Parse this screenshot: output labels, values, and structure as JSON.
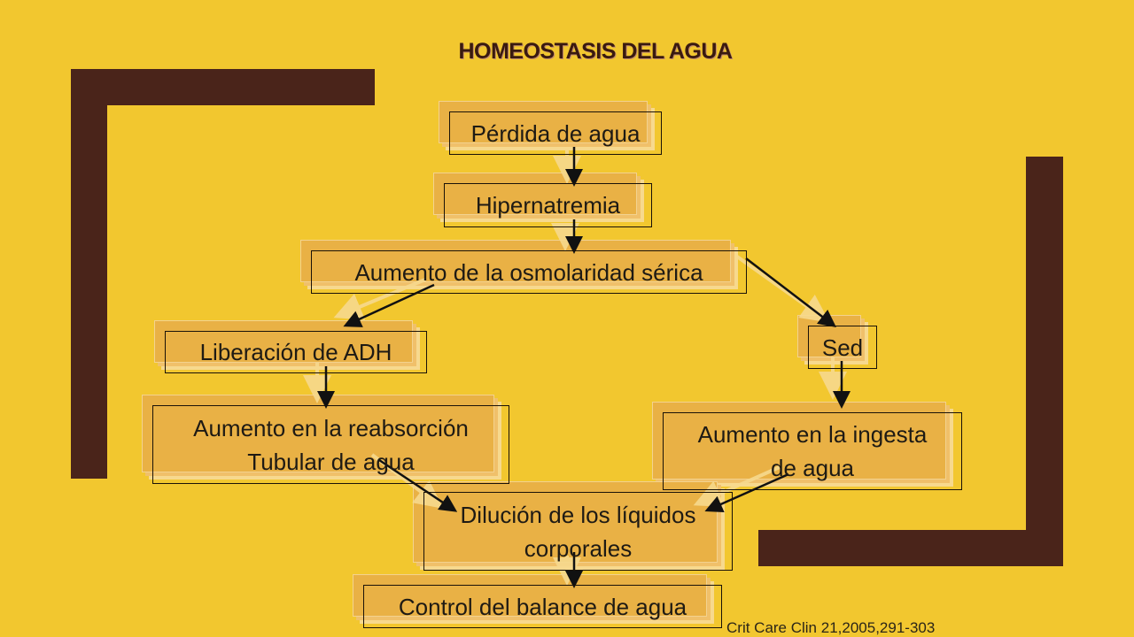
{
  "title": "HOMEOSTASIS DEL AGUA",
  "nodes": {
    "perdida": "Pérdida de agua",
    "hipernatremia": "Hipernatremia",
    "osmolaridad": "Aumento de la osmolaridad sérica",
    "adh": "Liberación de ADH",
    "sed": "Sed",
    "reabsorcion": "Aumento en la reabsorción\nTubular de agua",
    "ingesta": "Aumento en la ingesta\nde agua",
    "dilucion": "Dilución de los líquidos\ncorporales",
    "control": "Control del balance de agua"
  },
  "citation": "Crit Care Clin 21,2005,291-303",
  "colors": {
    "background": "#F2C72F",
    "bracket": "#4A241A",
    "box_shadow": "#E9B145"
  }
}
